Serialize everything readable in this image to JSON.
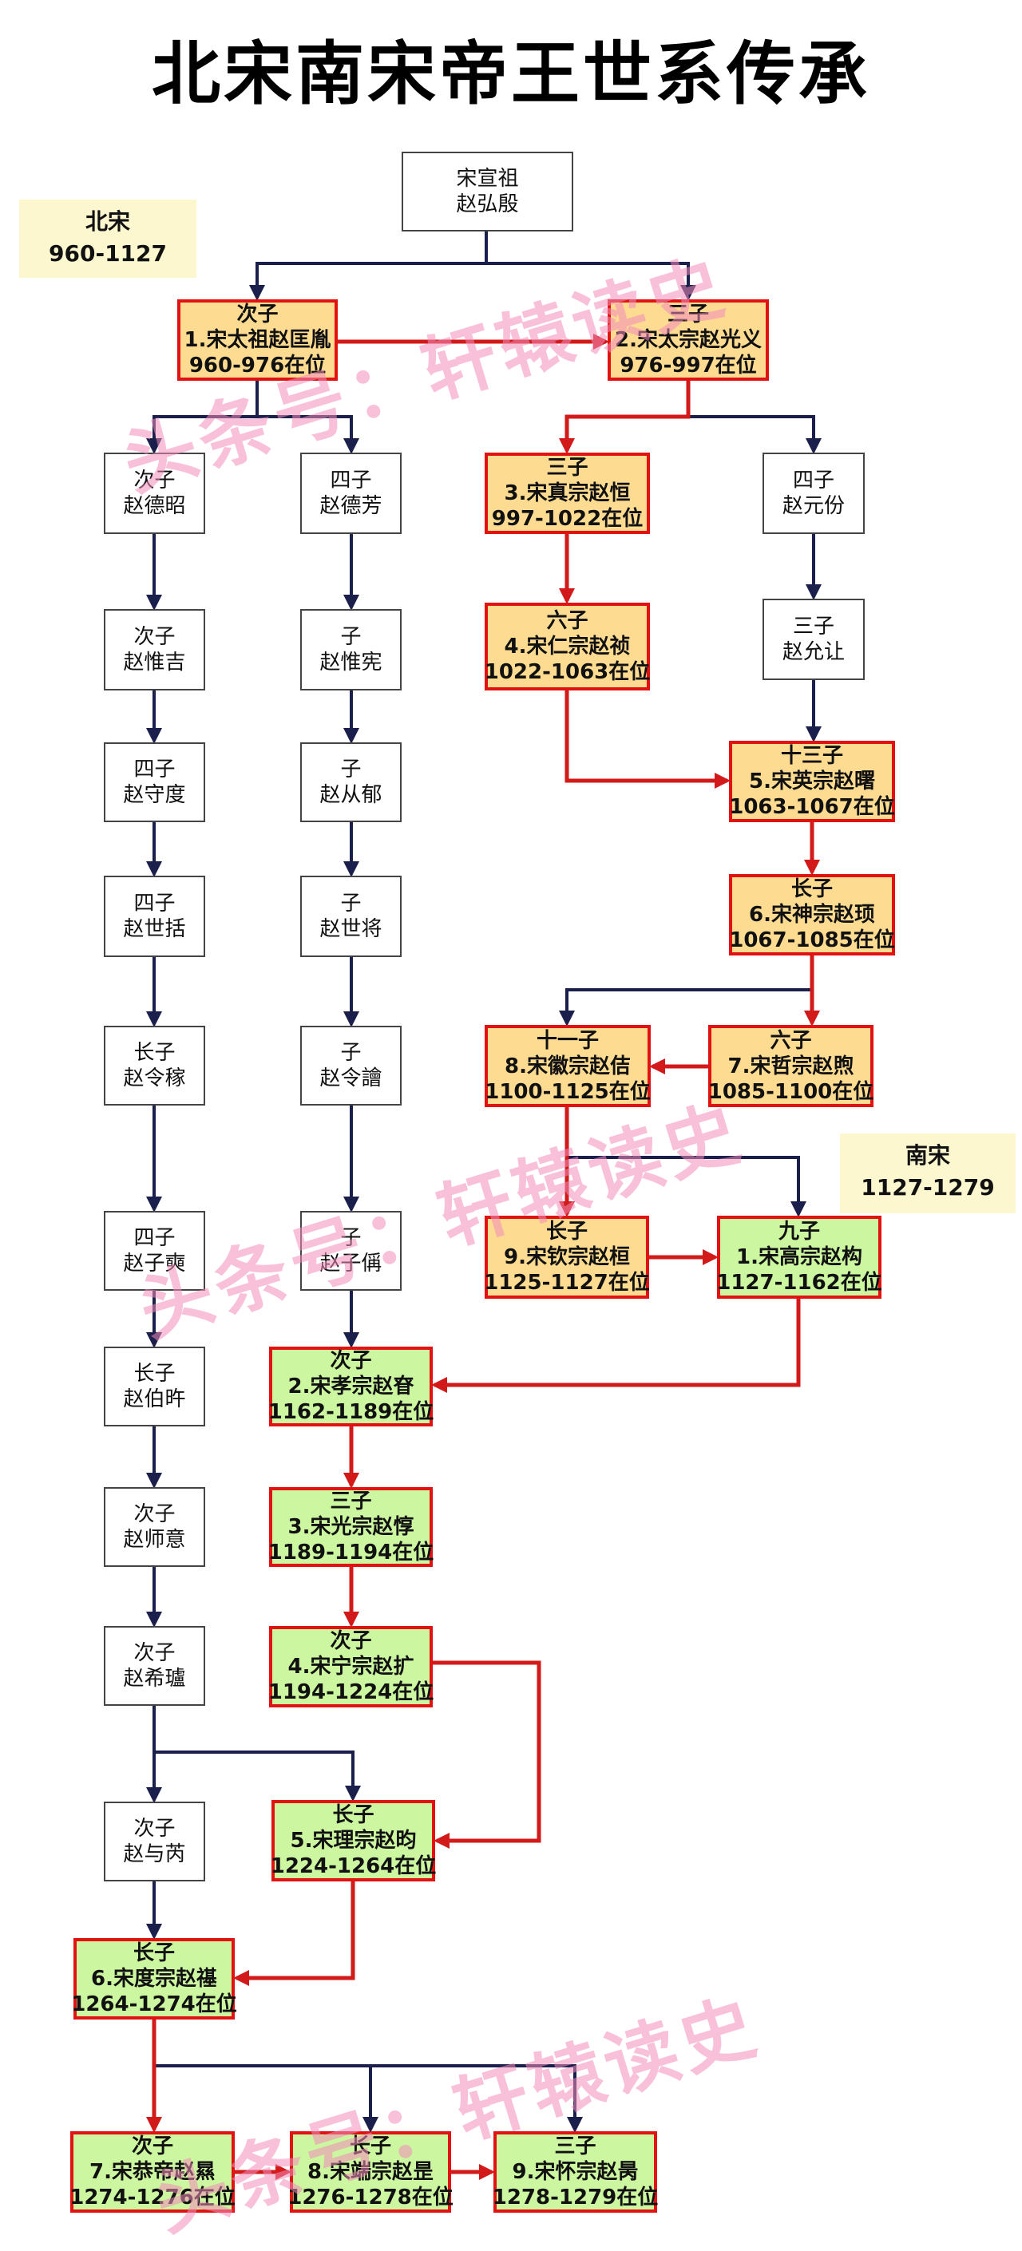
{
  "title": "北宋南宋帝王世系传承",
  "eras": {
    "north": {
      "name": "北宋",
      "years": "960-1127"
    },
    "south": {
      "name": "南宋",
      "years": "1127-1279"
    }
  },
  "watermark": "头条号：轩辕读史",
  "colors": {
    "navy_arrow": "#1b1f4b",
    "red_arrow": "#d21a1a",
    "north_emperor_fill": "#fddc92",
    "south_emperor_fill": "#ccf7a0",
    "emperor_border": "#e21212"
  },
  "nodes": {
    "xuanzu": {
      "lines": [
        "宋宣祖",
        "赵弘殷"
      ]
    },
    "taizu": {
      "lines": [
        "次子",
        "1.宋太祖赵匡胤",
        "960-976在位"
      ]
    },
    "taizong": {
      "lines": [
        "三子",
        "2.宋太宗赵光义",
        "976-997在位"
      ]
    },
    "dezhao": {
      "lines": [
        "次子",
        "赵德昭"
      ]
    },
    "defang": {
      "lines": [
        "四子",
        "赵德芳"
      ]
    },
    "zhenzong": {
      "lines": [
        "三子",
        "3.宋真宗赵恒",
        "997-1022在位"
      ]
    },
    "yuanfen": {
      "lines": [
        "四子",
        "赵元份"
      ]
    },
    "weiji": {
      "lines": [
        "次子",
        "赵惟吉"
      ]
    },
    "weixian": {
      "lines": [
        "子",
        "赵惟宪"
      ]
    },
    "renzong": {
      "lines": [
        "六子",
        "4.宋仁宗赵祯",
        "1022-1063在位"
      ]
    },
    "yunrang": {
      "lines": [
        "三子",
        "赵允让"
      ]
    },
    "shoudu": {
      "lines": [
        "四子",
        "赵守度"
      ]
    },
    "congyu": {
      "lines": [
        "子",
        "赵从郁"
      ]
    },
    "yingzong": {
      "lines": [
        "十三子",
        "5.宋英宗赵曙",
        "1063-1067在位"
      ]
    },
    "shikuo": {
      "lines": [
        "四子",
        "赵世括"
      ]
    },
    "shijiang": {
      "lines": [
        "子",
        "赵世将"
      ]
    },
    "shenzong": {
      "lines": [
        "长子",
        "6.宋神宗赵顼",
        "1067-1085在位"
      ]
    },
    "lingcheng": {
      "lines": [
        "长子",
        "赵令稼"
      ]
    },
    "lingguang": {
      "lines": [
        "子",
        "赵令譮"
      ]
    },
    "huizong": {
      "lines": [
        "十一子",
        "8.宋徽宗赵佶",
        "1100-1125在位"
      ]
    },
    "zhezong": {
      "lines": [
        "六子",
        "7.宋哲宗赵煦",
        "1085-1100在位"
      ]
    },
    "zishuang": {
      "lines": [
        "四子",
        "赵子奭"
      ]
    },
    "zicheng": {
      "lines": [
        "子",
        "赵子偁"
      ]
    },
    "qinzong": {
      "lines": [
        "长子",
        "9.宋钦宗赵桓",
        "1125-1127在位"
      ]
    },
    "gaozong": {
      "lines": [
        "九子",
        "1.宋高宗赵构",
        "1127-1162在位"
      ]
    },
    "boju": {
      "lines": [
        "长子",
        "赵伯旿"
      ]
    },
    "xiaozong": {
      "lines": [
        "次子",
        "2.宋孝宗赵眘",
        "1162-1189在位"
      ]
    },
    "shiyi": {
      "lines": [
        "次子",
        "赵师意"
      ]
    },
    "guangzong": {
      "lines": [
        "三子",
        "3.宋光宗赵惇",
        "1189-1194在位"
      ]
    },
    "xilu": {
      "lines": [
        "次子",
        "赵希瓐"
      ]
    },
    "ningzong": {
      "lines": [
        "次子",
        "4.宋宁宗赵扩",
        "1194-1224在位"
      ]
    },
    "yurui": {
      "lines": [
        "次子",
        "赵与芮"
      ]
    },
    "lizong": {
      "lines": [
        "长子",
        "5.宋理宗赵昀",
        "1224-1264在位"
      ]
    },
    "duzong": {
      "lines": [
        "长子",
        "6.宋度宗赵禥",
        "1264-1274在位"
      ]
    },
    "gongdi": {
      "lines": [
        "次子",
        "7.宋恭帝赵㬎",
        "1274-1276在位"
      ]
    },
    "duanzong": {
      "lines": [
        "长子",
        "8.宋端宗赵昰",
        "1276-1278在位"
      ]
    },
    "huaizong": {
      "lines": [
        "三子",
        "9.宋怀宗赵昺",
        "1278-1279在位"
      ]
    }
  },
  "edges": [
    {
      "from": "xuanzu",
      "to": "taizu",
      "kind": "navy"
    },
    {
      "from": "xuanzu",
      "to": "taizong",
      "kind": "navy"
    },
    {
      "from": "taizu",
      "to": "taizong",
      "kind": "red"
    },
    {
      "from": "taizu",
      "to": "dezhao",
      "kind": "navy"
    },
    {
      "from": "taizu",
      "to": "defang",
      "kind": "navy"
    },
    {
      "from": "taizong",
      "to": "zhenzong",
      "kind": "red"
    },
    {
      "from": "taizong",
      "to": "yuanfen",
      "kind": "navy"
    },
    {
      "from": "dezhao",
      "to": "weiji",
      "kind": "navy"
    },
    {
      "from": "weiji",
      "to": "shoudu",
      "kind": "navy"
    },
    {
      "from": "shoudu",
      "to": "shikuo",
      "kind": "navy"
    },
    {
      "from": "shikuo",
      "to": "lingcheng",
      "kind": "navy"
    },
    {
      "from": "lingcheng",
      "to": "zishuang",
      "kind": "navy"
    },
    {
      "from": "zishuang",
      "to": "boju",
      "kind": "navy"
    },
    {
      "from": "boju",
      "to": "shiyi",
      "kind": "navy"
    },
    {
      "from": "shiyi",
      "to": "xilu",
      "kind": "navy"
    },
    {
      "from": "xilu",
      "to": "yurui",
      "kind": "navy"
    },
    {
      "from": "xilu",
      "to": "lizong",
      "kind": "navy"
    },
    {
      "from": "yurui",
      "to": "duzong",
      "kind": "navy"
    },
    {
      "from": "defang",
      "to": "weixian",
      "kind": "navy"
    },
    {
      "from": "weixian",
      "to": "congyu",
      "kind": "navy"
    },
    {
      "from": "congyu",
      "to": "shijiang",
      "kind": "navy"
    },
    {
      "from": "shijiang",
      "to": "lingguang",
      "kind": "navy"
    },
    {
      "from": "lingguang",
      "to": "zicheng",
      "kind": "navy"
    },
    {
      "from": "zicheng",
      "to": "xiaozong",
      "kind": "navy"
    },
    {
      "from": "zhenzong",
      "to": "renzong",
      "kind": "red"
    },
    {
      "from": "renzong",
      "to": "yingzong",
      "kind": "red"
    },
    {
      "from": "yuanfen",
      "to": "yunrang",
      "kind": "navy"
    },
    {
      "from": "yunrang",
      "to": "yingzong",
      "kind": "navy"
    },
    {
      "from": "yingzong",
      "to": "shenzong",
      "kind": "red"
    },
    {
      "from": "shenzong",
      "to": "zhezong",
      "kind": "red"
    },
    {
      "from": "shenzong",
      "to": "huizong",
      "kind": "navy"
    },
    {
      "from": "zhezong",
      "to": "huizong",
      "kind": "red"
    },
    {
      "from": "huizong",
      "to": "qinzong",
      "kind": "red"
    },
    {
      "from": "huizong",
      "to": "gaozong",
      "kind": "navy"
    },
    {
      "from": "qinzong",
      "to": "gaozong",
      "kind": "red"
    },
    {
      "from": "gaozong",
      "to": "xiaozong",
      "kind": "red"
    },
    {
      "from": "xiaozong",
      "to": "guangzong",
      "kind": "red"
    },
    {
      "from": "guangzong",
      "to": "ningzong",
      "kind": "red"
    },
    {
      "from": "ningzong",
      "to": "lizong",
      "kind": "red"
    },
    {
      "from": "lizong",
      "to": "duzong",
      "kind": "red"
    },
    {
      "from": "duzong",
      "to": "gongdi",
      "kind": "red"
    },
    {
      "from": "duzong",
      "to": "duanzong",
      "kind": "navy"
    },
    {
      "from": "duzong",
      "to": "huaizong",
      "kind": "navy"
    },
    {
      "from": "gongdi",
      "to": "duanzong",
      "kind": "red"
    },
    {
      "from": "duanzong",
      "to": "huaizong",
      "kind": "red"
    }
  ]
}
